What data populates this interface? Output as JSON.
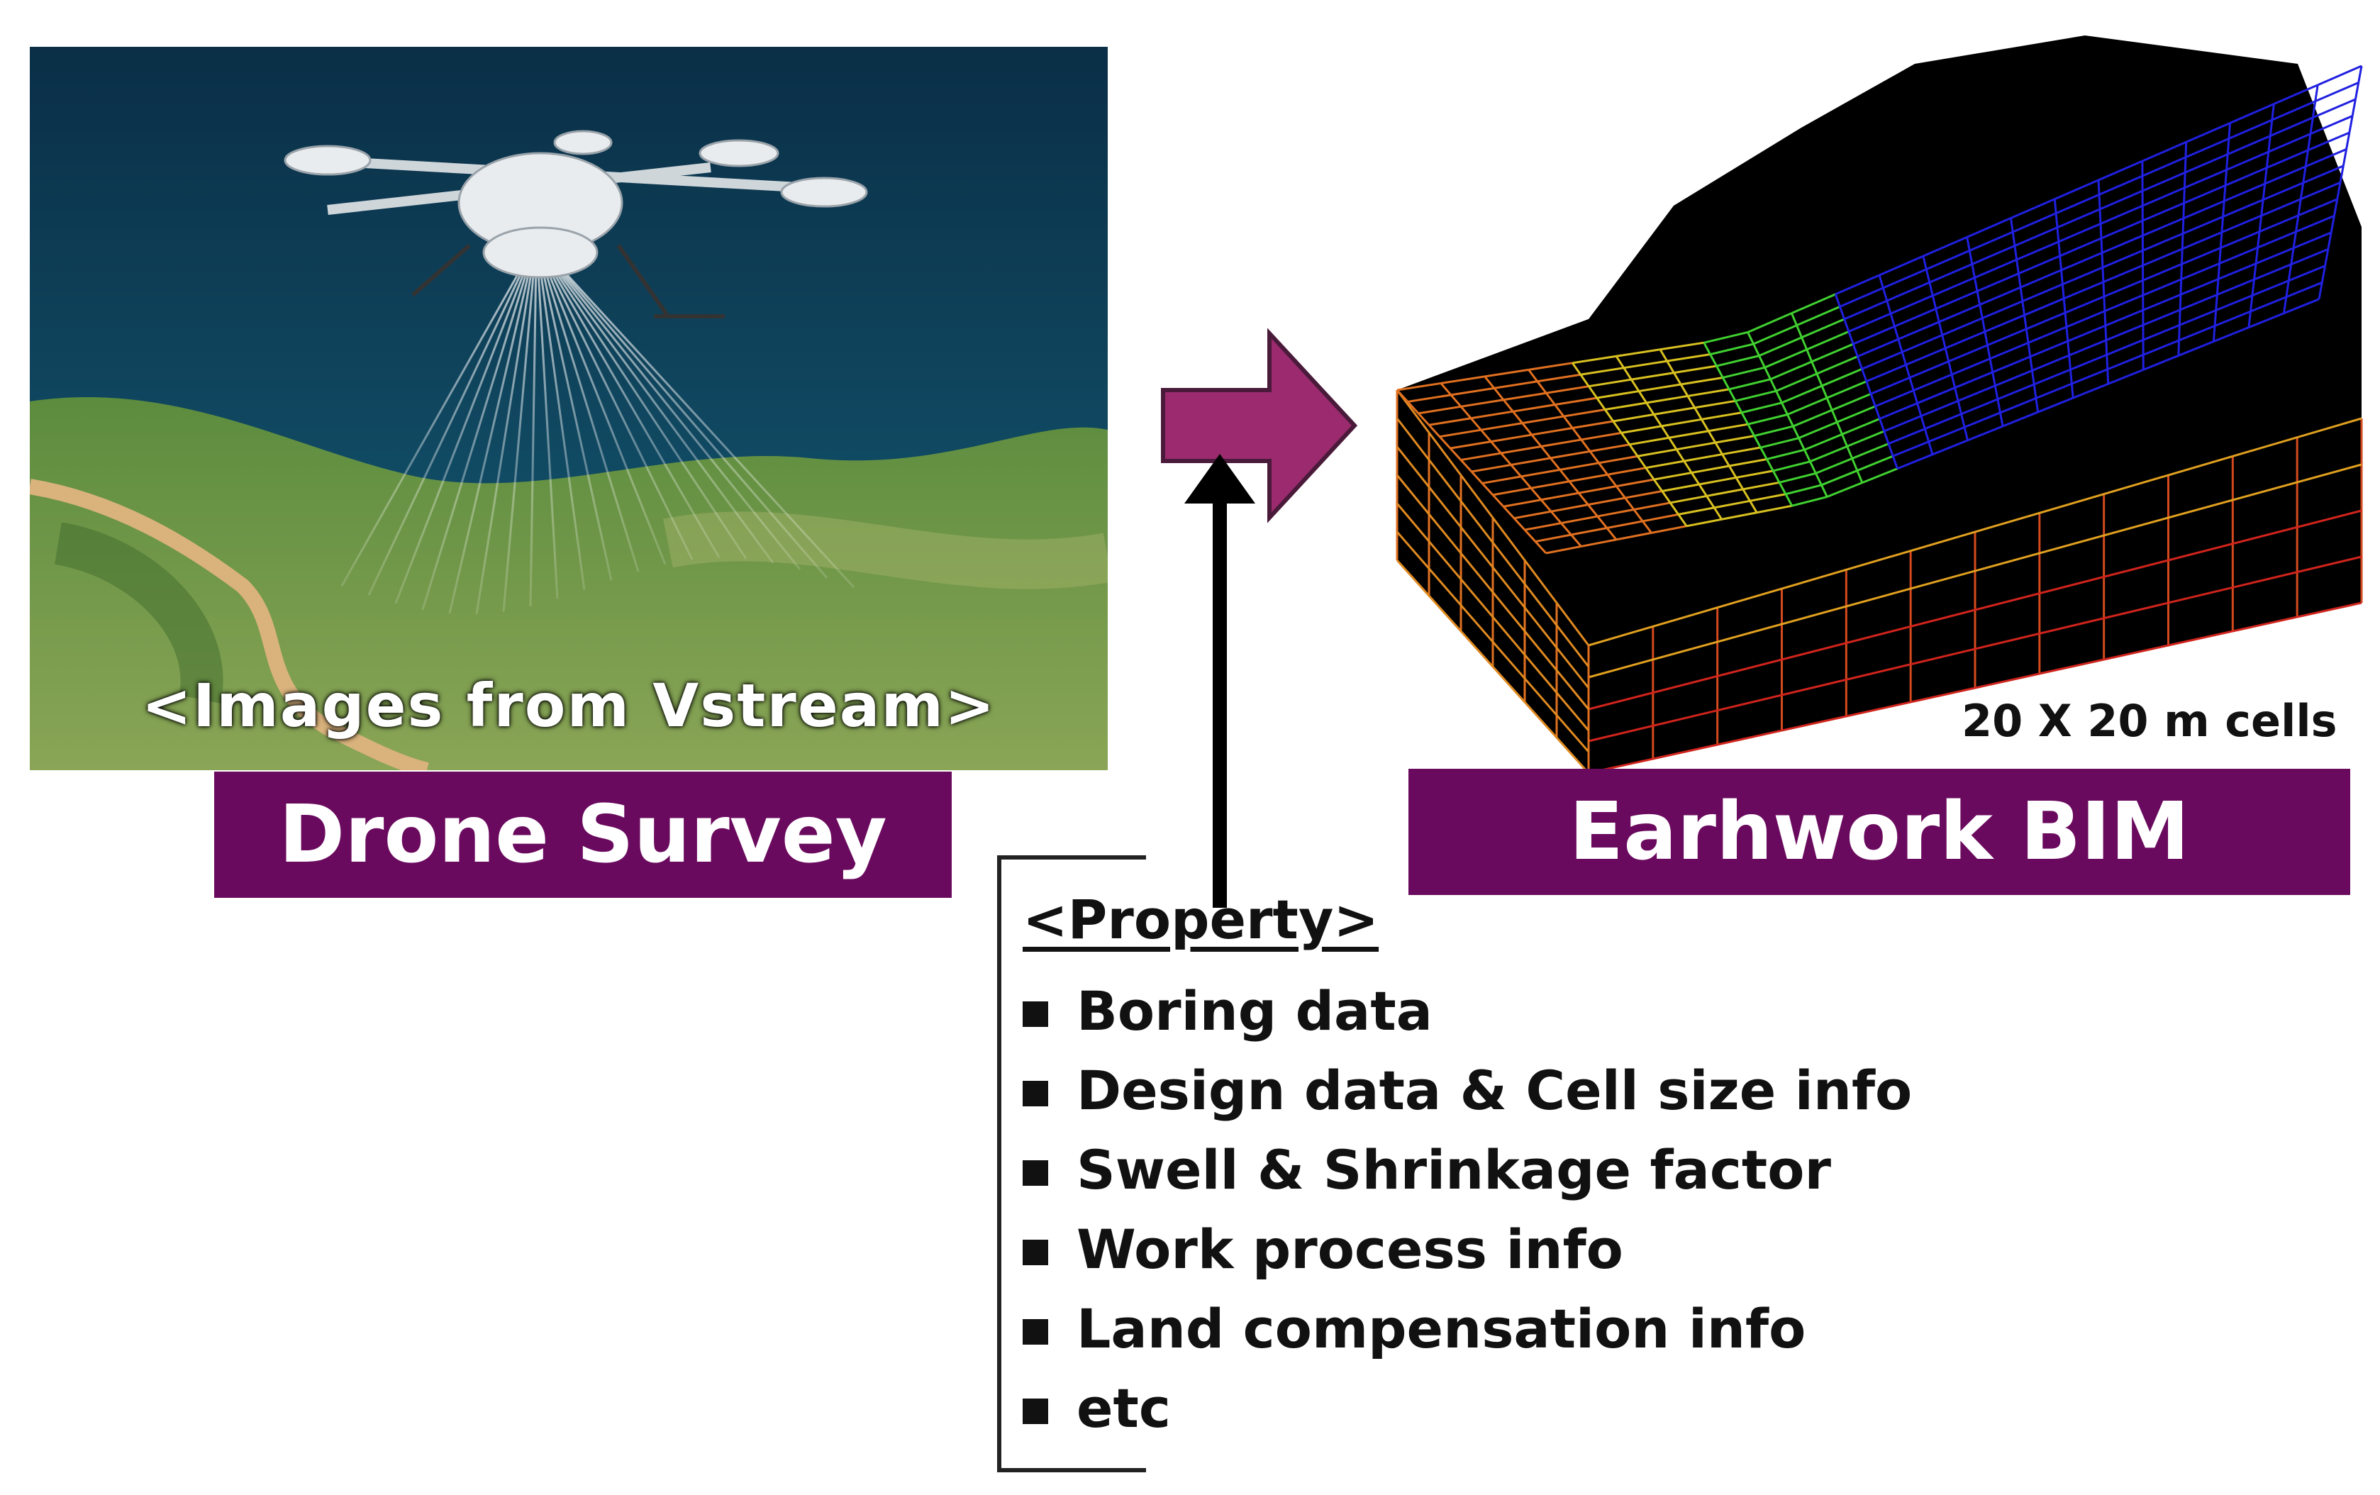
{
  "drone_panel": {
    "image_caption": "<Images from Vstream>",
    "label": "Drone Survey"
  },
  "bim_panel": {
    "cell_note": "20 X 20 m cells",
    "label": "Earhwork BIM"
  },
  "property": {
    "title": "<Property>",
    "items": [
      "Boring data",
      "Design data & Cell size info",
      "Swell & Shrinkage factor",
      "Work process info",
      "Land compensation info",
      "etc"
    ]
  },
  "colors": {
    "label_bar": "#6a0a5e",
    "arrow_fill": "#9b2b6e",
    "sea": "#0d3a55",
    "terrain_green": "#6f9a43",
    "bim_top": "#1a1ad0",
    "bim_side": "#000000"
  },
  "icons": [
    "drone-icon",
    "right-arrow-icon",
    "up-arrow-icon",
    "square-bullet-icon"
  ]
}
